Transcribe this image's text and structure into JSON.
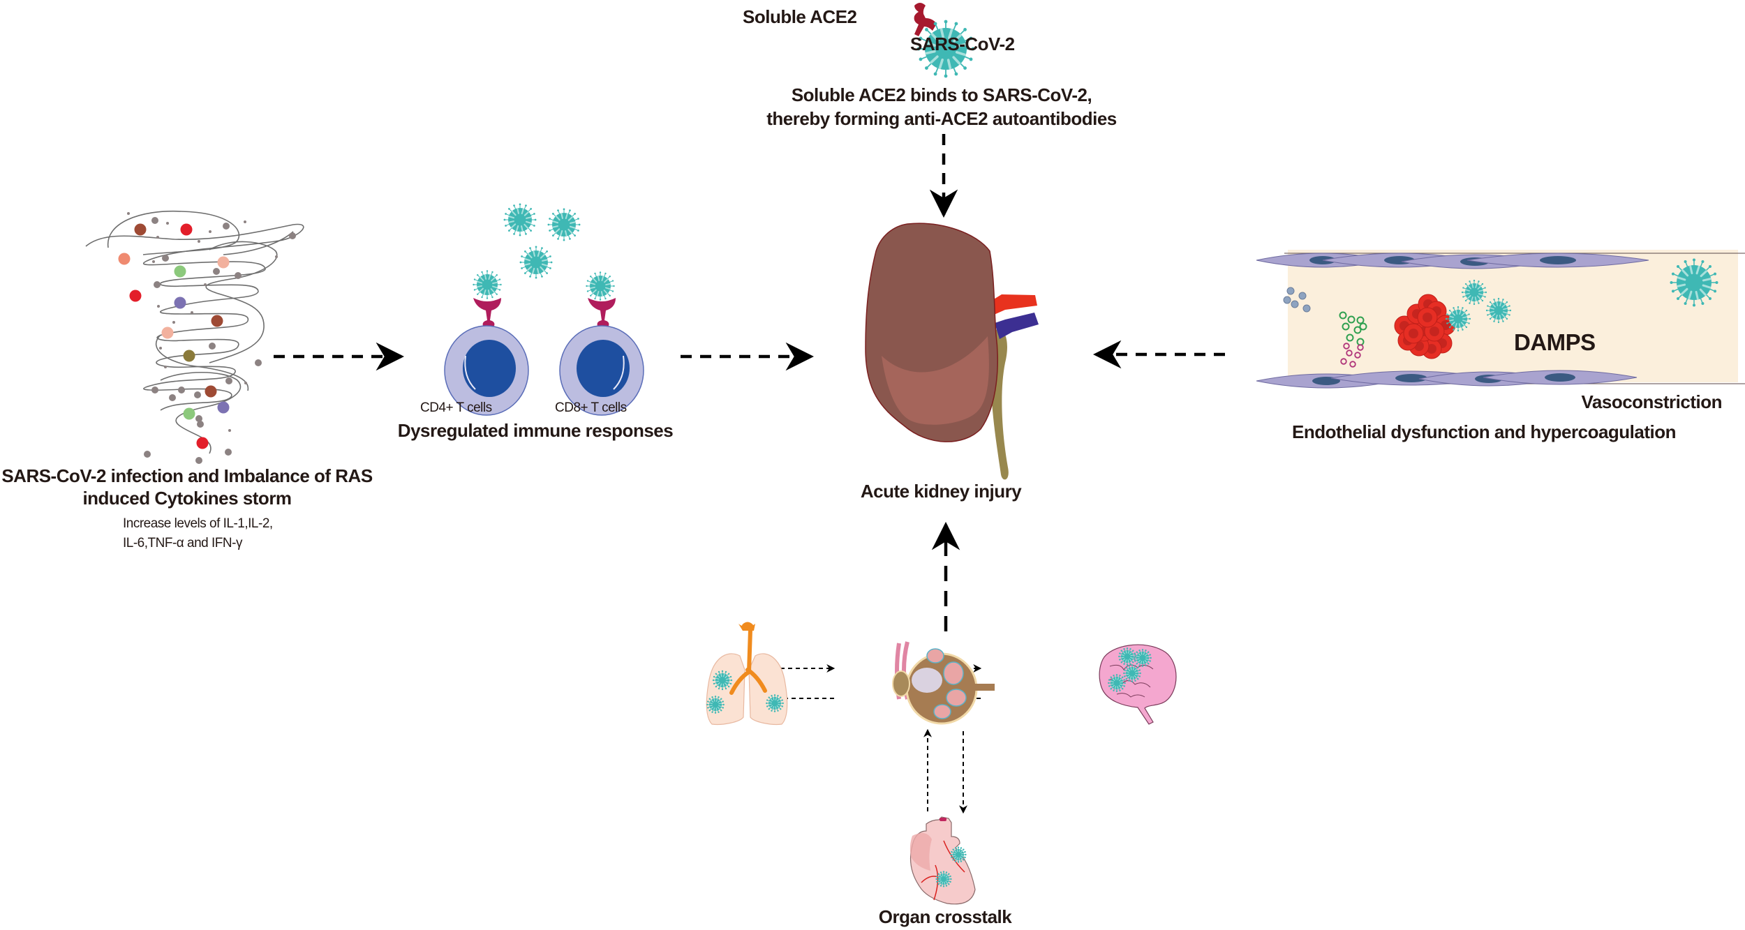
{
  "colors": {
    "virus": "#3fb8b4",
    "virus_spike": "#a8e0dc",
    "ace2": "#a6192e",
    "receptor": "#b01d5c",
    "tcell_outer": "#bcbde0",
    "tcell_nucleus": "#1e4fa0",
    "kidney": "#8a574e",
    "kidney_pelvis": "#a5655b",
    "artery": "#e8321e",
    "vein": "#3c2f92",
    "ureter": "#98884e",
    "vessel_lumen": "#fbefdc",
    "endothelial_cell": "#a9a3cf",
    "endothelial_nucleus": "#3b5a82",
    "rbc": "#e62e24",
    "lung": "#fbe2d3",
    "bronchi": "#f08b1e",
    "brain": "#f4a7cf",
    "heart": "#f6cbcb",
    "arrow": "#000000"
  },
  "top": {
    "soluble_ace2_label": "Soluble ACE2",
    "virus_label": "SARS-CoV-2",
    "caption_line1": "Soluble ACE2 binds to SARS-CoV-2,",
    "caption_line2": "thereby forming anti-ACE2 autoantibodies"
  },
  "left": {
    "title_line1": "SARS-CoV-2 infection and Imbalance of  RAS",
    "title_line2": "induced Cytokines storm",
    "detail_line1": "Increase levels of IL-1,IL-2,",
    "detail_line2": "IL-6,TNF-α and IFN-γ"
  },
  "immune": {
    "cd4_label": "CD4+ T cells",
    "cd8_label": "CD8+ T cells",
    "title": "Dysregulated immune responses"
  },
  "center": {
    "title": "Acute kidney injury"
  },
  "right": {
    "damps_label": "DAMPS",
    "vasoconstriction_label": "Vasoconstriction",
    "title": "Endothelial dysfunction and hypercoagulation"
  },
  "bottom": {
    "title": "Organ crosstalk",
    "organs": [
      "lungs",
      "kidney-glomerulus",
      "brain",
      "heart"
    ]
  },
  "icons": {
    "virus": "sars-cov-2-virus-icon",
    "cytokine_storm": "tornado-icon",
    "t_cell": "t-cell-icon",
    "kidney": "kidney-icon",
    "blood_vessel": "blood-vessel-icon",
    "lungs": "lungs-icon",
    "glomerulus": "glomerulus-icon",
    "brain": "brain-icon",
    "heart": "heart-icon"
  }
}
